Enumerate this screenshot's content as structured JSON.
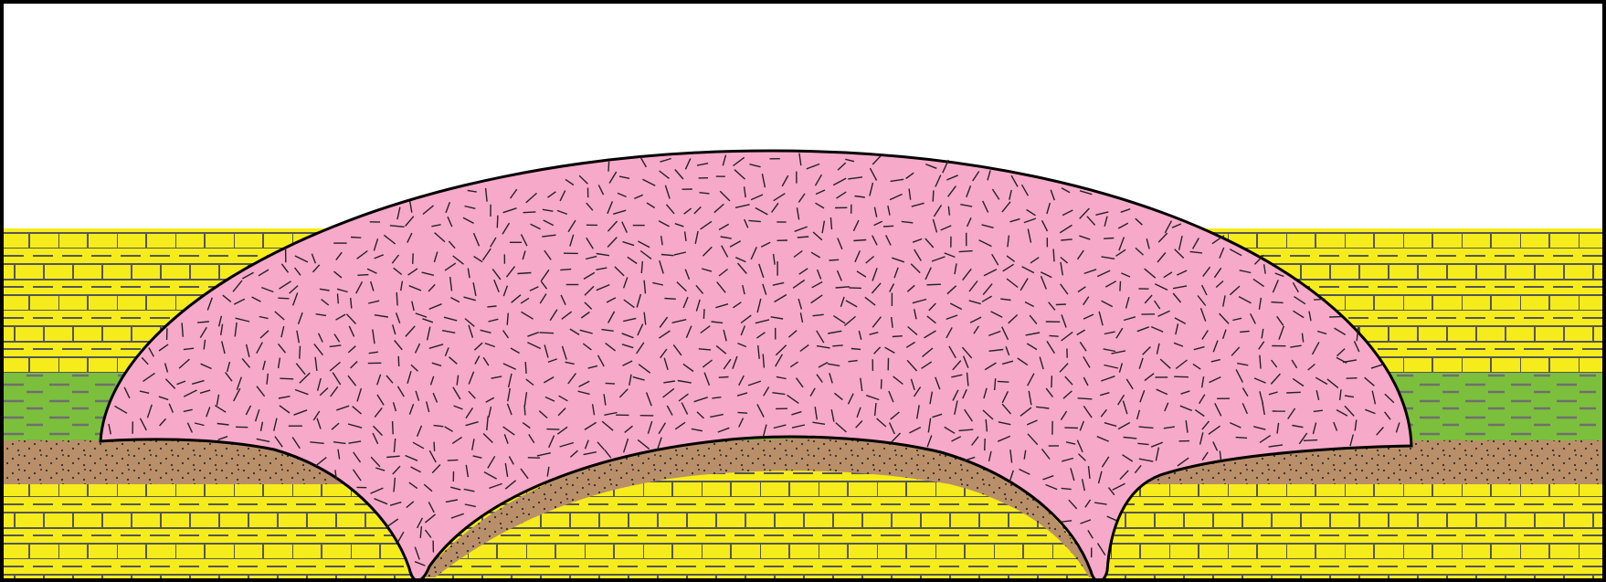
{
  "diagram": {
    "type": "geologic-cross-section",
    "colors": {
      "sky": "#ffffff",
      "frame": "#000000",
      "limestone": "#f6ec1c",
      "limestone_lines": "#555555",
      "shale": "#7cbf3c",
      "shale_dashes": "#6f6f6f",
      "sandstone": "#b98f6a",
      "sandstone_dots": "#2e2e2e",
      "intrusion": "#f7a9c9",
      "intrusion_outline": "#000000",
      "intrusion_ticks": "#222222"
    },
    "layers": [
      {
        "name": "upper-limestone",
        "pattern": "brick-with-dashes"
      },
      {
        "name": "shale",
        "pattern": "dashes"
      },
      {
        "name": "sandstone",
        "pattern": "dots"
      },
      {
        "name": "lower-limestone",
        "pattern": "brick-with-dashes"
      }
    ],
    "intrusion": {
      "name": "laccolith",
      "pattern": "random-ticks",
      "feeder_conduits": 2
    }
  }
}
